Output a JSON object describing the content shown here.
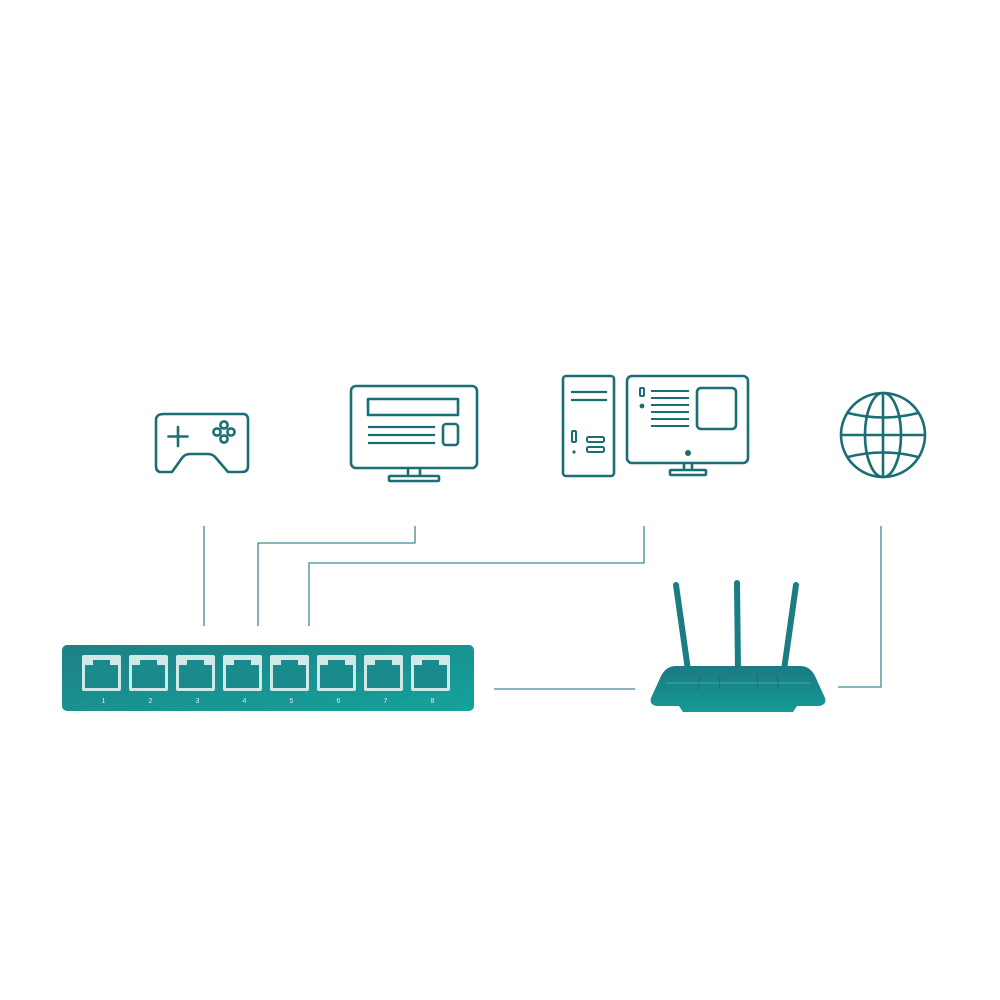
{
  "colors": {
    "accent_start": "#1f7f86",
    "accent_end": "#14a39c",
    "line": "#3f8c90",
    "background": "#ffffff"
  },
  "devices": [
    {
      "name": "game-controller",
      "icon": "gamepad-icon"
    },
    {
      "name": "smart-tv",
      "icon": "monitor-icon"
    },
    {
      "name": "desktop-pc",
      "icon": "desktop-computer-icon"
    },
    {
      "name": "internet",
      "icon": "globe-icon"
    }
  ],
  "switch": {
    "icon": "network-switch-icon",
    "ports": [
      "1",
      "2",
      "3",
      "4",
      "5",
      "6",
      "7",
      "8"
    ]
  },
  "router": {
    "icon": "wifi-router-icon",
    "antennas": 3
  }
}
